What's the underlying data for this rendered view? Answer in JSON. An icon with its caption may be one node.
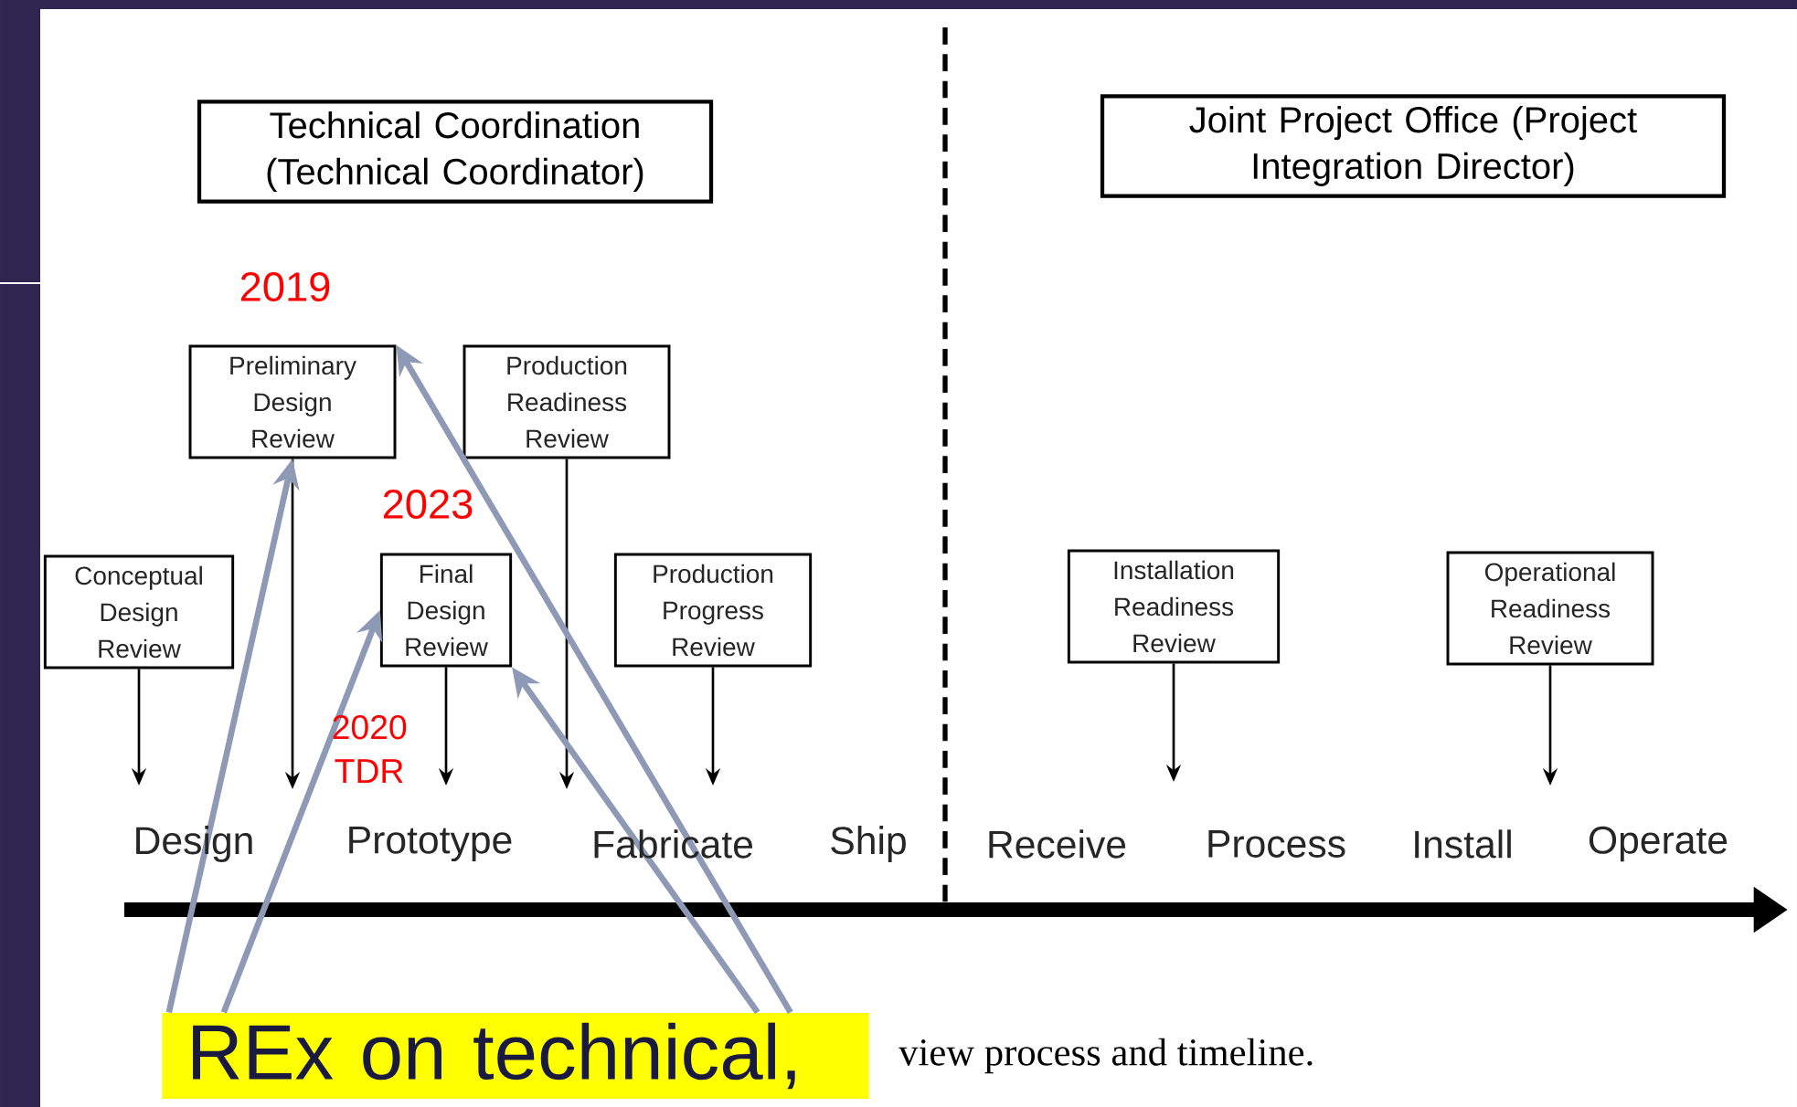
{
  "diagram": {
    "nodes": [
      {
        "text": [
          "Technical Coordination (Technical Coordinator)"
        ]
      },
      {
        "text": [
          "Joint Project Office (Project Integration Director)"
        ]
      },
      {
        "text": [
          "Preliminary Design Review"
        ]
      },
      {
        "text": [
          "Production Readiness Review"
        ]
      },
      {
        "text": [
          "Conceptual Design Review"
        ]
      },
      {
        "text": [
          "Final Design Review"
        ]
      },
      {
        "text": [
          "Production Progress Review"
        ]
      },
      {
        "text": [
          "Installation Readiness Review"
        ]
      },
      {
        "text": [
          "Operational Readiness Review"
        ]
      },
      {
        "text": [
          "REx on technical,"
        ]
      }
    ],
    "edges": [
      {
        "from": 4,
        "to": null,
        "arrow": "to"
      },
      {
        "from": 2,
        "to": null,
        "arrow": "to"
      },
      {
        "from": 5,
        "to": null,
        "arrow": "to"
      },
      {
        "from": 3,
        "to": null,
        "arrow": "to"
      },
      {
        "from": 6,
        "to": null,
        "arrow": "to"
      },
      {
        "from": 7,
        "to": null,
        "arrow": "to"
      },
      {
        "from": 8,
        "to": null,
        "arrow": "to"
      },
      {
        "from": 9,
        "to": 2,
        "arrow": "to",
        "style": "thick",
        "color": "#8e9ab5"
      },
      {
        "from": 9,
        "to": 5,
        "arrow": "to",
        "style": "thick",
        "color": "#8e9ab5"
      },
      {
        "from": 9,
        "to": 5,
        "arrow": "to",
        "style": "thick",
        "color": "#8e9ab5"
      },
      {
        "from": 9,
        "to": 2,
        "arrow": "to",
        "style": "thick",
        "color": "#8e9ab5"
      }
    ],
    "labels": [
      "2019",
      "2023",
      "2020 TDR",
      "Design",
      "Prototype",
      "Fabricate",
      "Ship",
      "Receive",
      "Process",
      "Install",
      "Operate",
      "view process and timeline."
    ]
  }
}
